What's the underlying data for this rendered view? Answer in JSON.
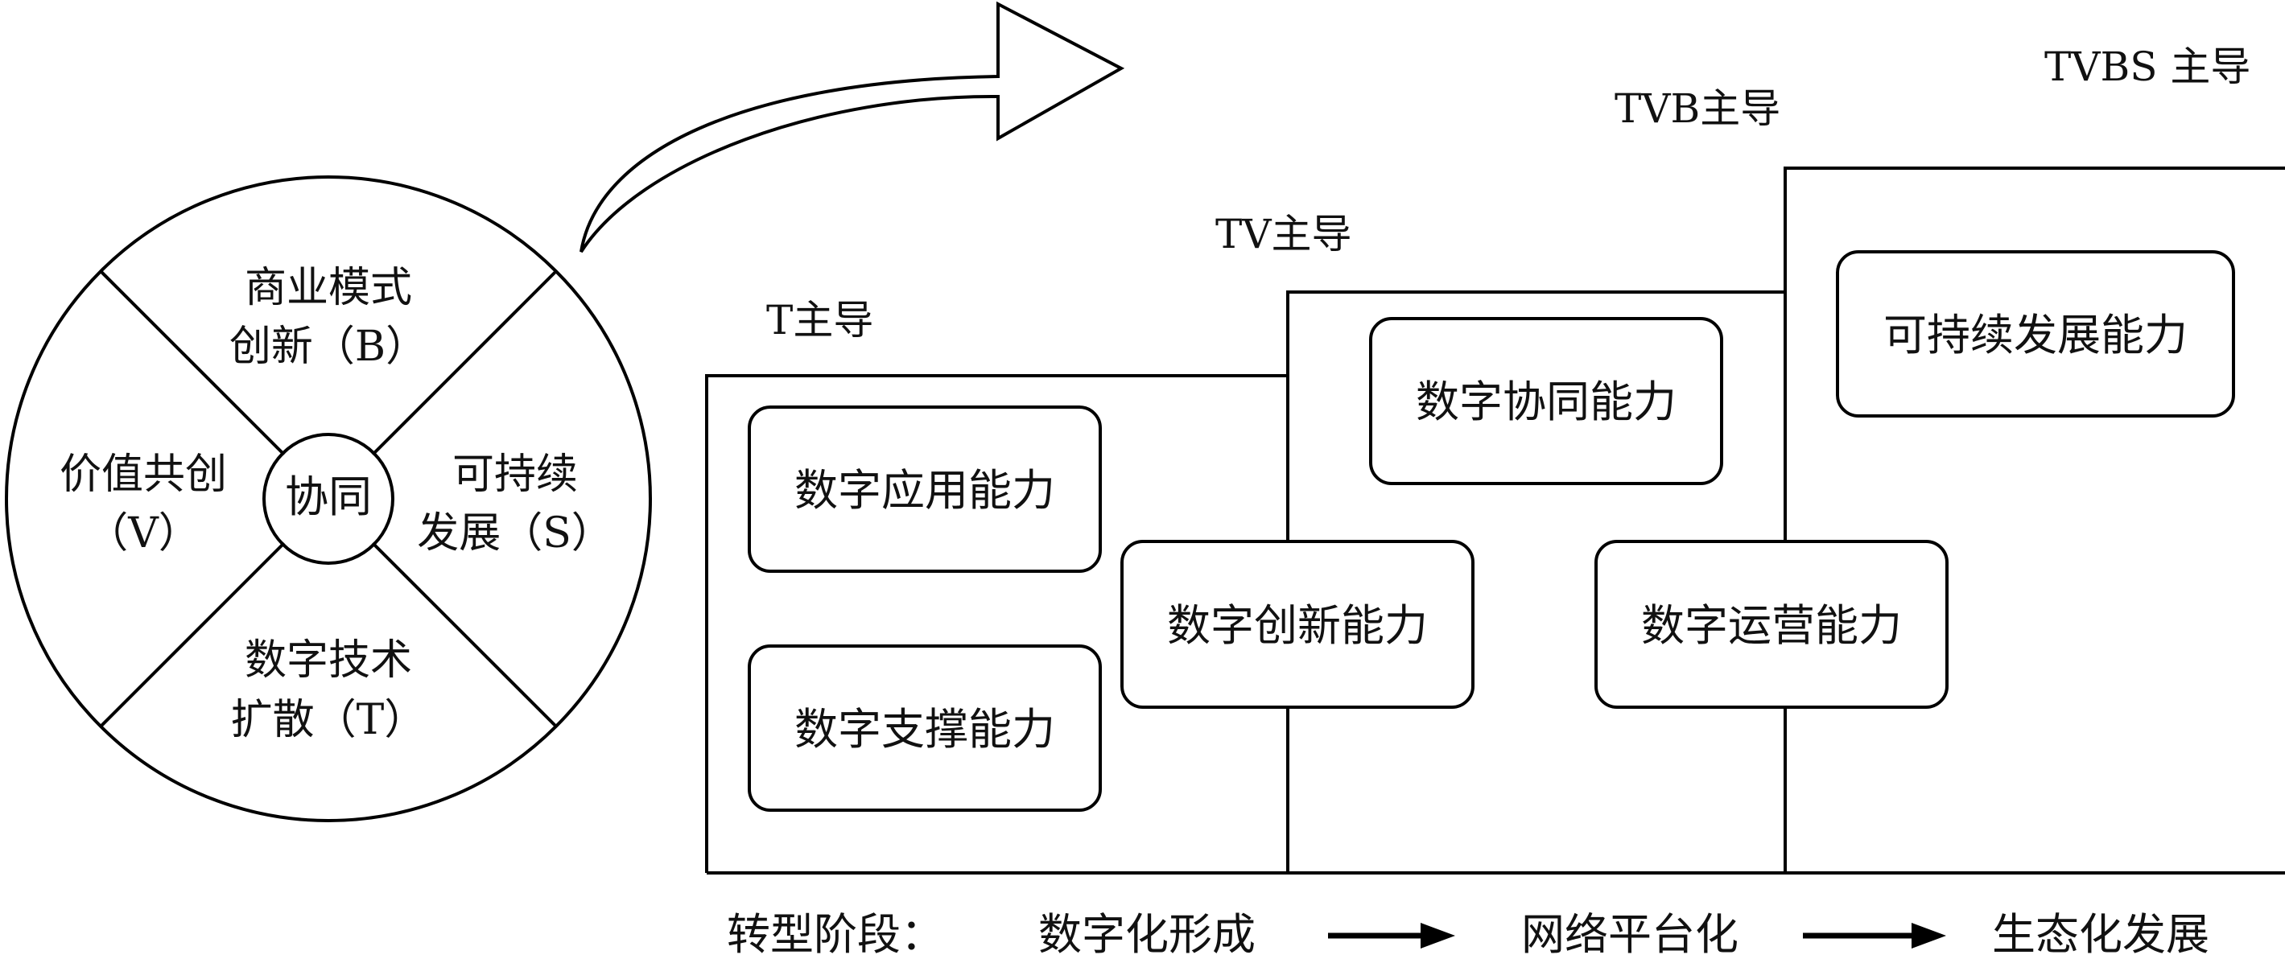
{
  "wheel": {
    "center": "协同",
    "top": [
      "商业模式",
      "创新（B）"
    ],
    "left": [
      "价值共创",
      "（V）"
    ],
    "right": [
      "可持续",
      "发展（S）"
    ],
    "bottom": [
      "数字技术",
      "扩散（T）"
    ]
  },
  "stages": [
    {
      "label": "T主导",
      "capabilities": [
        "数字应用能力",
        "数字支撑能力"
      ]
    },
    {
      "label": "TV主导",
      "capabilities": [
        "数字协同能力",
        "数字创新能力"
      ]
    },
    {
      "label": "TVB主导",
      "capabilities": [
        "数字运营能力"
      ]
    },
    {
      "label": "TVBS 主导",
      "capabilities": [
        "可持续发展能力"
      ]
    }
  ],
  "transformation": {
    "label": "转型阶段：",
    "phases": [
      "数字化形成",
      "网络平台化",
      "生态化发展"
    ]
  }
}
